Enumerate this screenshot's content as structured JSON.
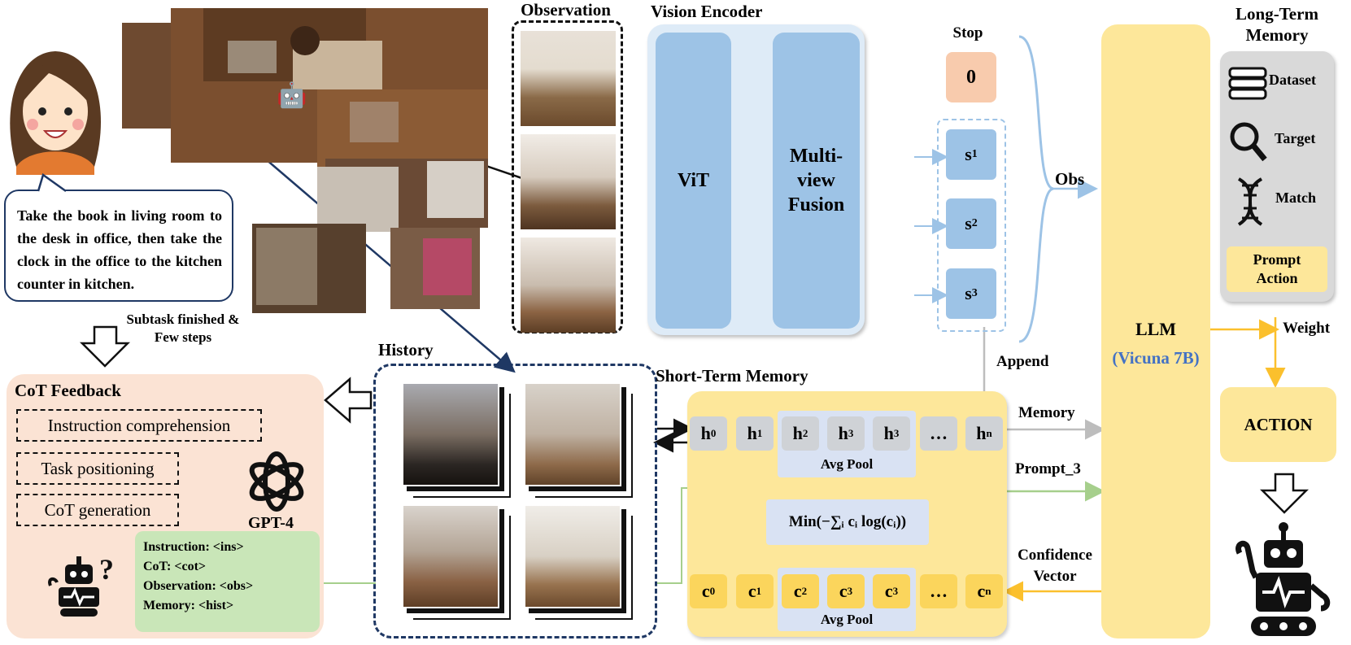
{
  "instruction_text": "Take the book in living room to the desk in office, then take the clock in the office to the kitchen counter in kitchen.",
  "subtask_label": "Subtask finished & Few steps",
  "observation": {
    "title": "Observation"
  },
  "vision_encoder": {
    "title": "Vision Encoder",
    "vit": "ViT",
    "fusion": "Multi-view Fusion"
  },
  "stop": {
    "label": "Stop",
    "value": "0"
  },
  "states": [
    "s1",
    "s2",
    "s3"
  ],
  "obs_label": "Obs",
  "append_label": "Append",
  "history": {
    "title": "History"
  },
  "cot_feedback": {
    "title": "CoT Feedback",
    "steps": [
      "Instruction comprehension",
      "Task positioning",
      "CoT generation"
    ],
    "gpt": "GPT-4",
    "prompt_lines": [
      "Instruction: <ins>",
      "CoT: <cot>",
      "Observation: <obs>",
      "Memory: <hist>"
    ]
  },
  "short_term": {
    "title": "Short-Term Memory",
    "h_tiles": [
      "h0",
      "h1",
      "h2",
      "h3",
      "h3",
      "…",
      "hn"
    ],
    "c_tiles": [
      "c0",
      "c1",
      "c2",
      "c3",
      "c3",
      "…",
      "cn"
    ],
    "avg_pool": "Avg Pool",
    "formula": "Min(−∑ᵢ cᵢ log(cᵢ))"
  },
  "flows": {
    "memory": "Memory",
    "prompt": "Prompt_3",
    "confidence": "Confidence Vector",
    "weight": "Weight"
  },
  "llm": {
    "title": "LLM",
    "model": "(Vicuna 7B)"
  },
  "long_term": {
    "title": "Long-Term Memory",
    "steps": [
      "Dataset",
      "Target",
      "Match"
    ],
    "prompt_action": "Prompt Action"
  },
  "action": "ACTION",
  "colors": {
    "blue": "#9dc3e6",
    "blue_light": "#deebf7",
    "yellow": "#fde79a",
    "peach": "#fbe3d4",
    "green": "#c9e6b8",
    "vicuna": "#4472c4"
  }
}
